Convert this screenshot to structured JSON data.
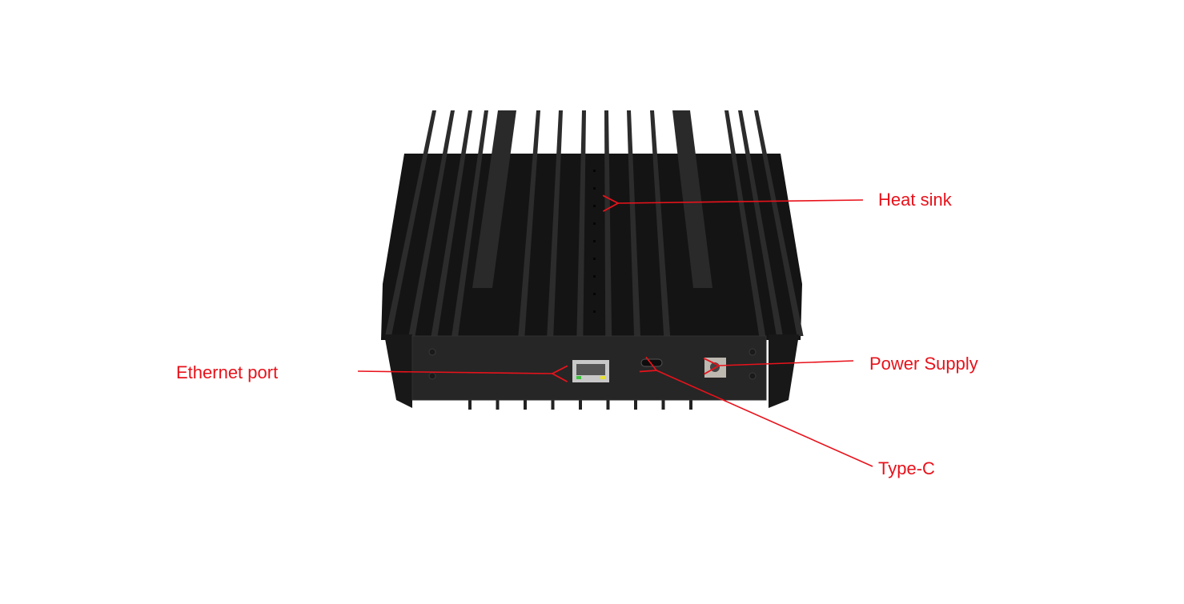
{
  "colors": {
    "annotation": "#e8121b",
    "body": "#1b1b1b",
    "panel": "#262626"
  },
  "labels": {
    "heat_sink": "Heat sink",
    "ethernet_port": "Ethernet port",
    "power_supply": "Power Supply",
    "type_c": "Type-C"
  }
}
